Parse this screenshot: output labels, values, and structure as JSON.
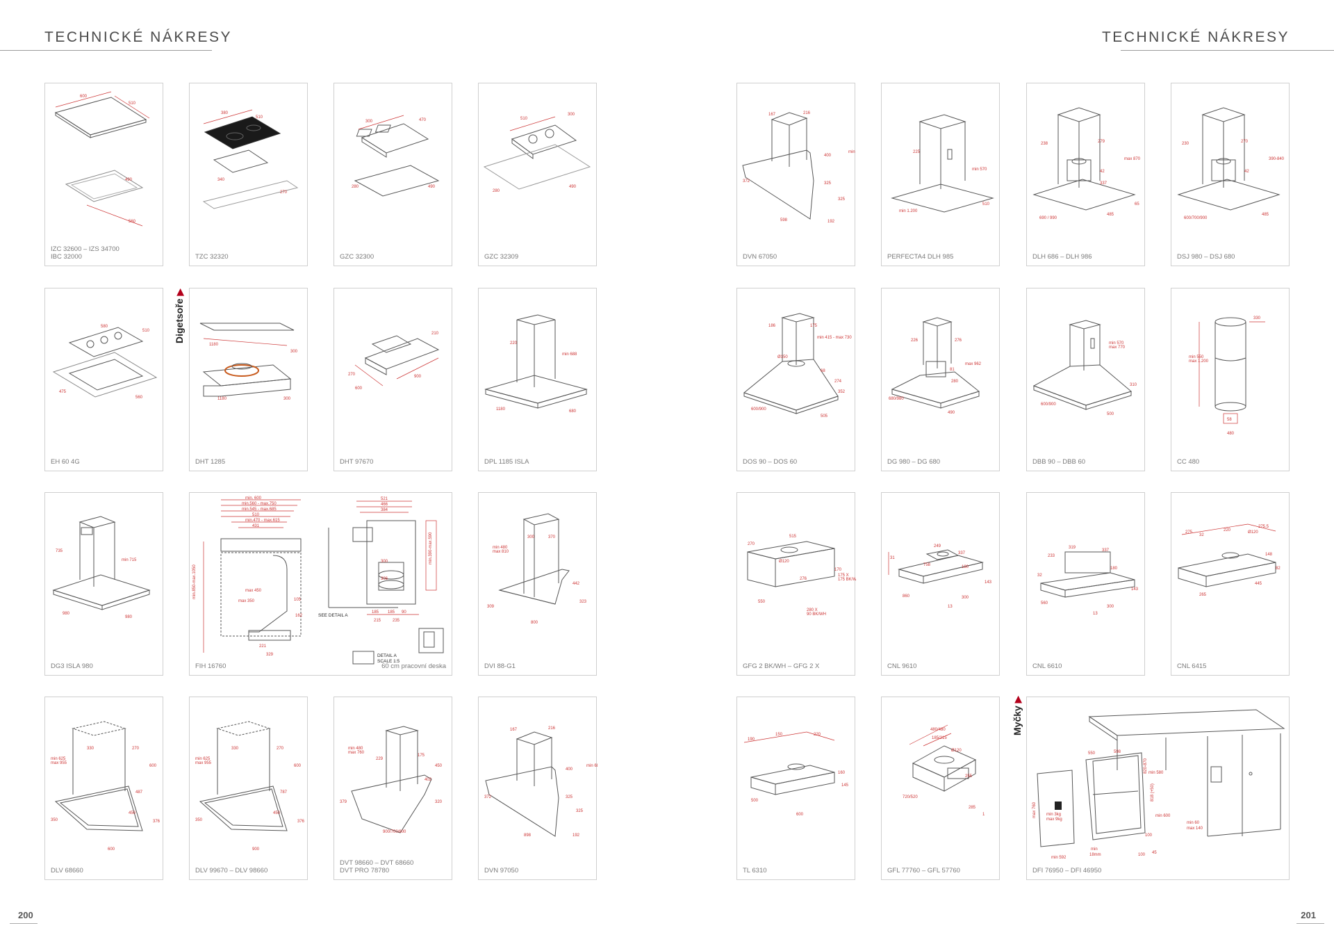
{
  "pages": {
    "left": {
      "title": "TECHNICKÉ NÁKRESY",
      "number": "200"
    },
    "right": {
      "title": "TECHNICKÉ NÁKRESY",
      "number": "201"
    }
  },
  "tabs": {
    "hoods": "Digetsoře",
    "dishwashers": "Myčky"
  },
  "cards": [
    {
      "caption": "IZC 32600 – IZS 34700\nIBC 32000"
    },
    {
      "caption": "TZC 32320"
    },
    {
      "caption": "GZC 32300"
    },
    {
      "caption": "GZC 32309"
    },
    {
      "caption": "EH 60 4G"
    },
    {
      "caption": "DHT 1285"
    },
    {
      "caption": "DHT 97670"
    },
    {
      "caption": "DPL 1185 ISLA"
    },
    {
      "caption": "DG3 ISLA 980"
    },
    {
      "caption": "FIH 16760",
      "note": "60 cm pracovní deska"
    },
    {
      "caption": "DVI 88-G1"
    },
    {
      "caption": "DLV 68660"
    },
    {
      "caption": "DLV 99670 – DLV 98660"
    },
    {
      "caption": "DVT 98660 – DVT 68660\nDVT PRO 78780"
    },
    {
      "caption": "DVN 97050"
    },
    {
      "caption": "DVN 67050"
    },
    {
      "caption": "PERFECTA4 DLH 985"
    },
    {
      "caption": "DLH 686 – DLH 986"
    },
    {
      "caption": "DSJ 980 – DSJ 680"
    },
    {
      "caption": "DOS 90 – DOS 60"
    },
    {
      "caption": "DG 980 – DG 680"
    },
    {
      "caption": "DBB 90 – DBB 60"
    },
    {
      "caption": "CC 480"
    },
    {
      "caption": "GFG 2 BK/WH – GFG 2 X"
    },
    {
      "caption": "CNL 9610"
    },
    {
      "caption": "CNL 6610"
    },
    {
      "caption": "CNL 6415"
    },
    {
      "caption": "TL 6310"
    },
    {
      "caption": "GFL 77760 – GFL 57760"
    },
    {
      "caption": "DFI 76950 – DFI 46950"
    }
  ],
  "fih_labels": {
    "see_detail": "SEE DETAIL A",
    "detail_title": "DETAIL A",
    "detail_scale": "SCALE 1:5"
  },
  "dishwasher_labels": {
    "weight": "min 3kg\nmax 9kg"
  },
  "colors": {
    "accent": "#b3001b",
    "dimension": "#cc3333",
    "line": "#555555"
  }
}
